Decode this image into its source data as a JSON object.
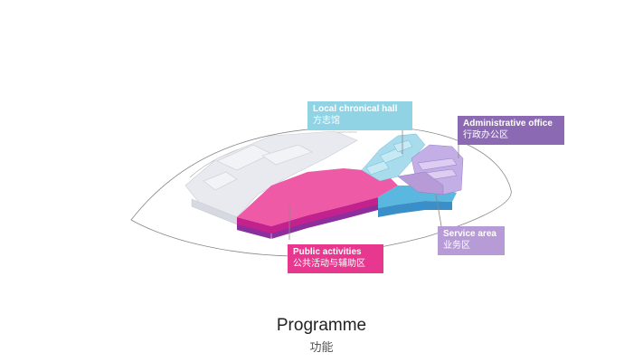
{
  "labels": {
    "local_chronical_hall": {
      "en": "Local chronical hall",
      "zh": "方志馆",
      "color": "#8fd3e4"
    },
    "administrative_office": {
      "en": "Administrative office",
      "zh": "行政办公区",
      "color": "#8b6ab3"
    },
    "service_area": {
      "en": "Service area",
      "zh": "业务区",
      "color": "#b79bd6"
    },
    "public_activities": {
      "en": "Public activities",
      "zh": "公共活动与辅助区",
      "color": "#e8378e"
    }
  },
  "caption": {
    "en": "Programme",
    "zh": "功能"
  },
  "colors": {
    "public": "#ea4c9c",
    "public_dark": "#b7198a",
    "service_blue": "#5ab8e0",
    "hall": "#a8dced",
    "admin": "#b9a0de",
    "landscape": "#e6e8ed",
    "outline": "#7a7a7a"
  }
}
